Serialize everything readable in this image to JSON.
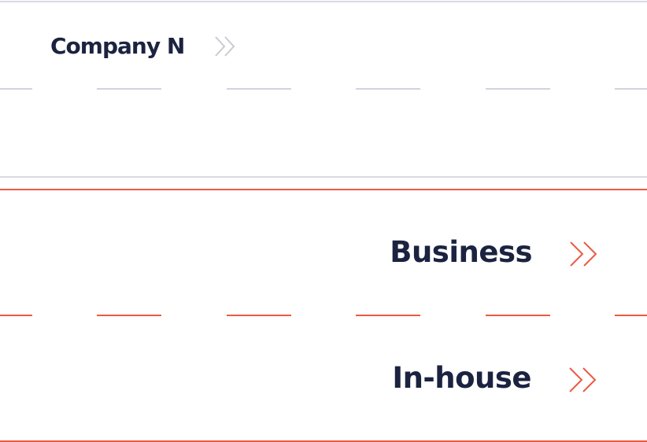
{
  "rows": {
    "company": {
      "label": "Company N",
      "icon": "double-chevron-right-icon",
      "icon_color": "#c9cad3"
    },
    "business": {
      "label": "Business",
      "icon": "double-chevron-right-icon",
      "icon_color": "#ea5b43"
    },
    "inhouse": {
      "label": "In-house",
      "icon": "double-chevron-right-icon",
      "icon_color": "#ea5b43"
    }
  },
  "colors": {
    "text": "#1b2340",
    "accent": "#ea5b43",
    "divider": "#d9dae2"
  }
}
